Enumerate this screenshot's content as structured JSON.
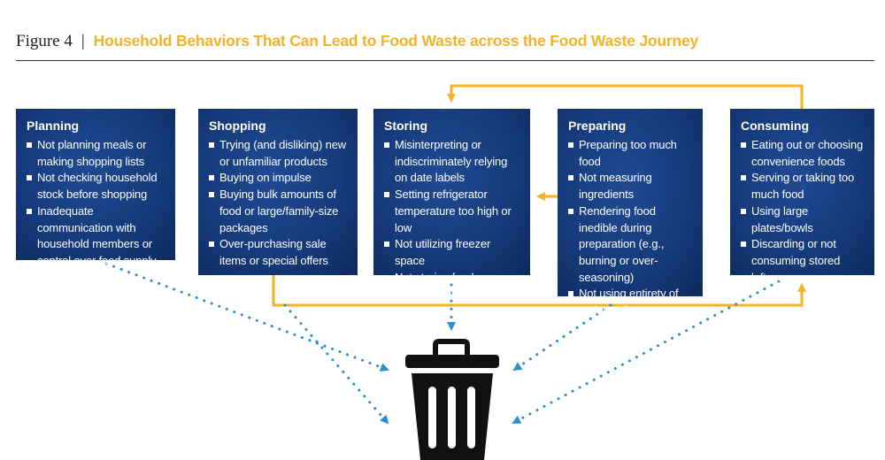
{
  "header": {
    "figure_label": "Figure 4",
    "separator": "|",
    "title": "Household Behaviors That Can Lead to Food Waste across the Food Waste Journey"
  },
  "colors": {
    "title": "#f3b227",
    "arrow": "#f3b227",
    "box_fill": "#163b7c",
    "dotted_line": "#2a90c8",
    "trash_can": "#111111"
  },
  "stages": [
    {
      "id": "planning",
      "title": "Planning",
      "items": [
        "Not planning meals or making shopping lists",
        "Not checking household stock before shopping",
        "Inadequate communication with household members or control over food supply"
      ]
    },
    {
      "id": "shopping",
      "title": "Shopping",
      "items": [
        "Trying (and disliking) new or unfamiliar products",
        "Buying on impulse",
        "Buying bulk amounts of food or large/family-size packages",
        "Over-purchasing sale items or special offers"
      ]
    },
    {
      "id": "storing",
      "title": "Storing",
      "items": [
        "Misinterpreting or indiscriminately relying on date labels",
        "Setting refrigerator temperature too high or low",
        "Not utilizing freezer space",
        "Not storing food appropriately"
      ]
    },
    {
      "id": "preparing",
      "title": "Preparing",
      "items": [
        "Preparing too much food",
        "Not measuring ingredients",
        "Rendering food inedible during preparation (e.g., burning or over-seasoning)",
        "Not using entirety of an ingredient or product"
      ]
    },
    {
      "id": "consuming",
      "title": "Consuming",
      "items": [
        "Eating out or choosing convenience foods",
        "Serving or taking too much food",
        "Using large plates/bowls",
        "Discarding or not consuming stored leftovers"
      ]
    }
  ],
  "icons": {
    "center": "trash-can-icon"
  }
}
